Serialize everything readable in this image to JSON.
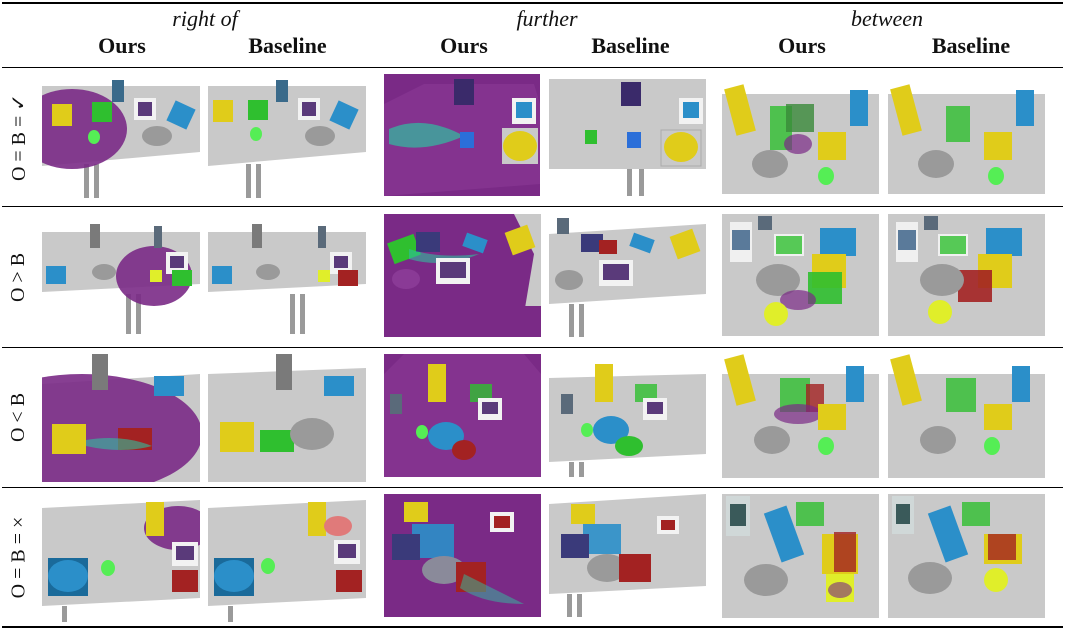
{
  "header": {
    "relations": [
      "right of",
      "further",
      "between"
    ],
    "ours_label": "Ours",
    "baseline_label": "Baseline"
  },
  "rows": [
    {
      "label": "O = B = ✓"
    },
    {
      "label": "O > B"
    },
    {
      "label": "O < B"
    },
    {
      "label": "O = B = ×"
    }
  ],
  "colors": {
    "table": "#c9c9c9",
    "region": "#7a2a86",
    "yellow": "#e0cc1a",
    "green": "#2fbf2f",
    "blue": "#2b8fc9",
    "red": "#a32222",
    "plate": "#9a9a9a"
  }
}
